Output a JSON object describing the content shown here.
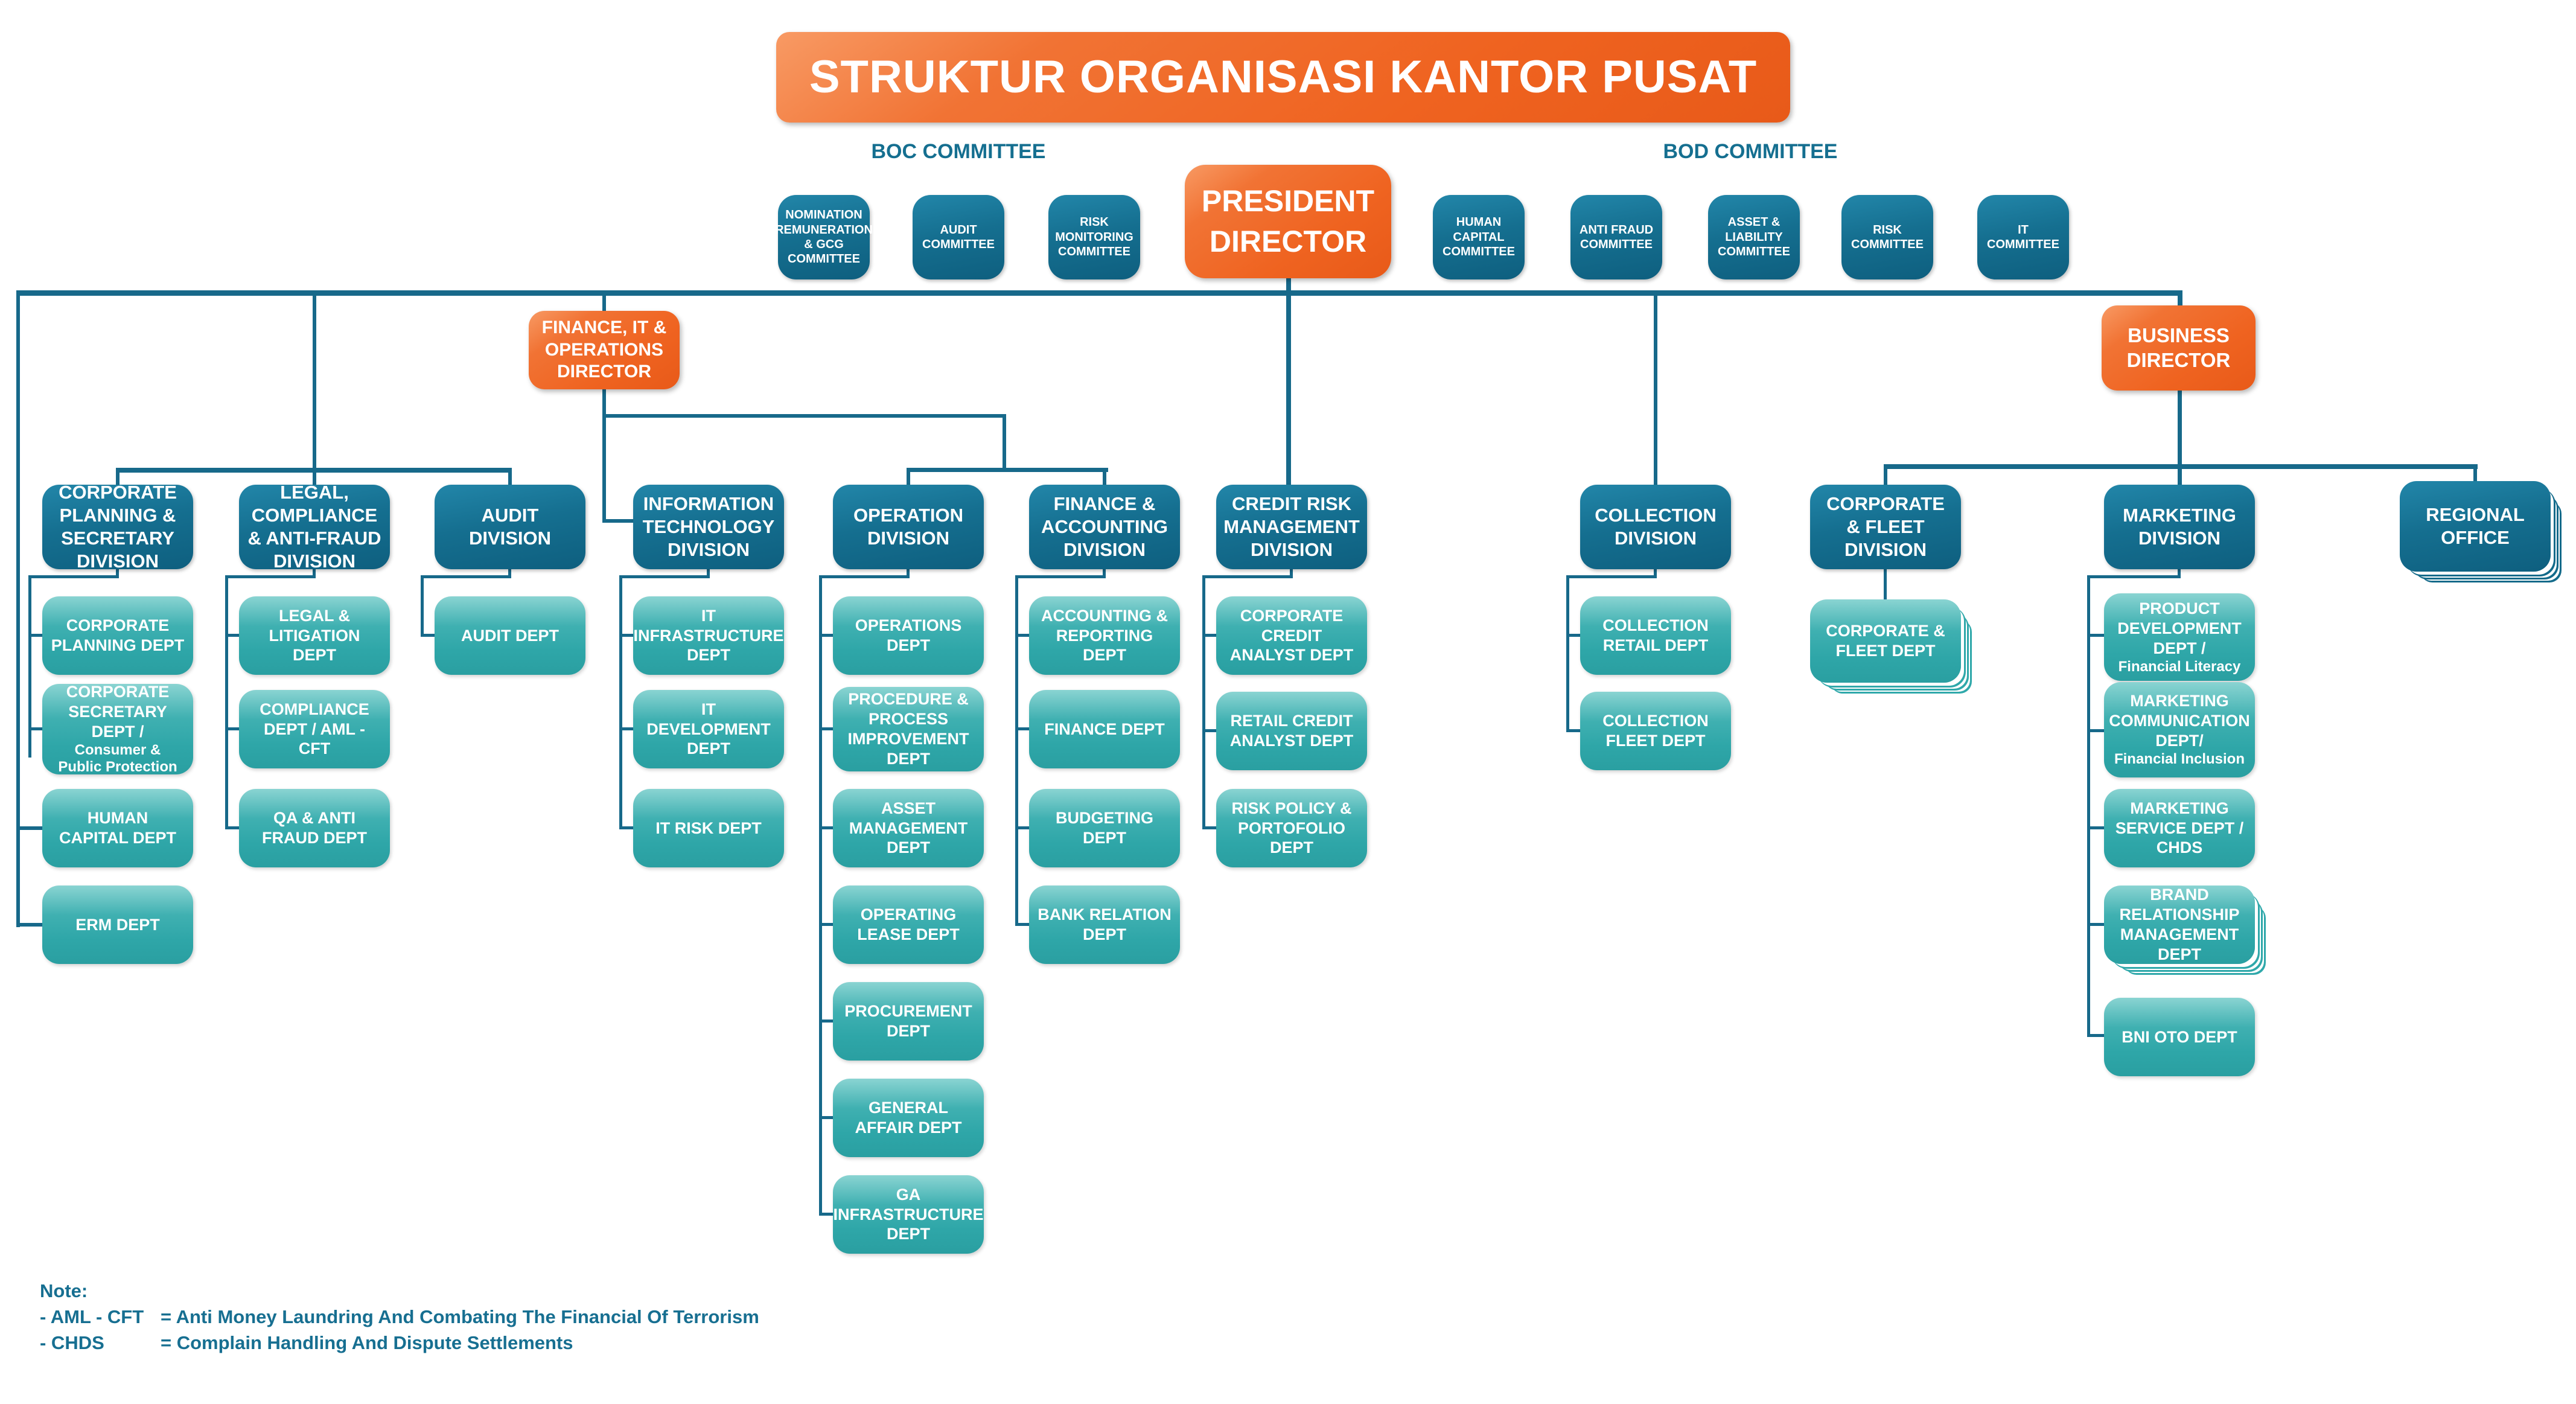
{
  "title": "STRUKTUR ORGANISASI KANTOR PUSAT",
  "boc": {
    "label": "BOC COMMITTEE",
    "items": [
      {
        "label": "NOMINATION REMUNERATION & GCG COMMITTEE"
      },
      {
        "label": "AUDIT COMMITTEE"
      },
      {
        "label": "RISK MONITORING COMMITTEE"
      }
    ]
  },
  "bod": {
    "label": "BOD COMMITTEE",
    "items": [
      {
        "label": "HUMAN CAPITAL COMMITTEE"
      },
      {
        "label": "ANTI FRAUD COMMITTEE"
      },
      {
        "label": "ASSET & LIABILITY COMMITTEE"
      },
      {
        "label": "RISK COMMITTEE"
      },
      {
        "label": "IT COMMITTEE"
      }
    ]
  },
  "president": {
    "label": "PRESIDENT DIRECTOR"
  },
  "directors": {
    "finance": {
      "label": "FINANCE, IT & OPERATIONS DIRECTOR"
    },
    "business": {
      "label": "BUSINESS DIRECTOR"
    }
  },
  "divisions": [
    {
      "label": "CORPORATE PLANNING & SECRETARY DIVISION",
      "depts": [
        {
          "label": "CORPORATE PLANNING DEPT"
        },
        {
          "label": "CORPORATE SECRETARY DEPT /",
          "sublabel": "Consumer &\nPublic Protection"
        },
        {
          "label": "HUMAN CAPITAL DEPT"
        },
        {
          "label": "ERM DEPT"
        }
      ]
    },
    {
      "label": "LEGAL, COMPLIANCE & ANTI-FRAUD DIVISION",
      "depts": [
        {
          "label": "LEGAL & LITIGATION DEPT"
        },
        {
          "label": "COMPLIANCE DEPT / AML - CFT"
        },
        {
          "label": "QA & ANTI FRAUD DEPT"
        }
      ]
    },
    {
      "label": "AUDIT DIVISION",
      "depts": [
        {
          "label": "AUDIT DEPT"
        }
      ]
    },
    {
      "label": "INFORMATION TECHNOLOGY DIVISION",
      "depts": [
        {
          "label": "IT INFRASTRUCTURE DEPT"
        },
        {
          "label": "IT DEVELOPMENT DEPT"
        },
        {
          "label": "IT RISK DEPT"
        }
      ]
    },
    {
      "label": "OPERATION DIVISION",
      "depts": [
        {
          "label": "OPERATIONS DEPT"
        },
        {
          "label": "PROCEDURE & PROCESS IMPROVEMENT DEPT"
        },
        {
          "label": "ASSET MANAGEMENT DEPT"
        },
        {
          "label": "OPERATING LEASE DEPT"
        },
        {
          "label": "PROCUREMENT DEPT"
        },
        {
          "label": "GENERAL AFFAIR DEPT"
        },
        {
          "label": "GA INFRASTRUCTURE DEPT"
        }
      ]
    },
    {
      "label": "FINANCE & ACCOUNTING DIVISION",
      "depts": [
        {
          "label": "ACCOUNTING & REPORTING DEPT"
        },
        {
          "label": "FINANCE DEPT"
        },
        {
          "label": "BUDGETING DEPT"
        },
        {
          "label": "BANK RELATION DEPT"
        }
      ]
    },
    {
      "label": "CREDIT RISK MANAGEMENT DIVISION",
      "depts": [
        {
          "label": "CORPORATE CREDIT ANALYST DEPT"
        },
        {
          "label": "RETAIL CREDIT ANALYST DEPT"
        },
        {
          "label": "RISK POLICY & PORTOFOLIO DEPT"
        }
      ]
    },
    {
      "label": "COLLECTION DIVISION",
      "depts": [
        {
          "label": "COLLECTION RETAIL DEPT"
        },
        {
          "label": "COLLECTION FLEET DEPT"
        }
      ]
    },
    {
      "label": "CORPORATE & FLEET DIVISION",
      "depts": [
        {
          "label": "CORPORATE & FLEET DEPT",
          "stacked": true
        }
      ]
    },
    {
      "label": "MARKETING DIVISION",
      "depts": [
        {
          "label": "PRODUCT DEVELOPMENT DEPT /",
          "sublabel": "Financial Literacy"
        },
        {
          "label": "MARKETING COMMUNICATION DEPT/",
          "sublabel": "Financial Inclusion"
        },
        {
          "label": "MARKETING SERVICE DEPT / CHDS"
        },
        {
          "label": "BRAND RELATIONSHIP MANAGEMENT DEPT",
          "stacked": true
        },
        {
          "label": "BNI OTO DEPT"
        }
      ]
    },
    {
      "label": "REGIONAL OFFICE",
      "stacked": true,
      "depts": []
    }
  ],
  "note": {
    "heading": "Note:",
    "lines": [
      {
        "term": "- AML - CFT",
        "def": "= Anti Money Laundring And Combating The Financial Of Terrorism"
      },
      {
        "term": "- CHDS",
        "def": "= Complain Handling And Dispute Settlements"
      }
    ]
  },
  "colors": {
    "accent_orange": "#EF6320",
    "teal_dark": "#136A8A",
    "teal_light": "#2FA8AA",
    "connector_line": "#17698A",
    "group_label": "#156F90",
    "note_text": "#176F91"
  }
}
